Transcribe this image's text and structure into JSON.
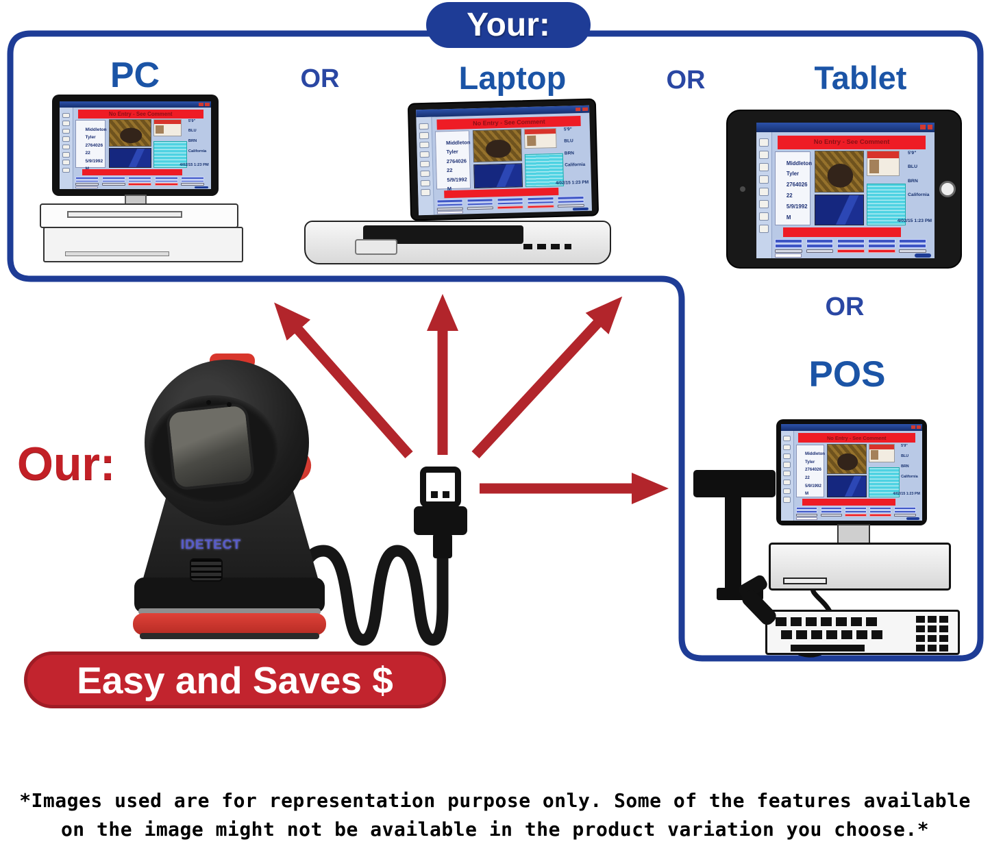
{
  "title_pill": "Your:",
  "labels": {
    "pc": "PC",
    "or_1": "OR",
    "laptop": "Laptop",
    "or_2": "OR",
    "tablet": "Tablet",
    "or_3": "OR",
    "pos": "POS",
    "our": "Our:"
  },
  "scanner": {
    "brand": "IDETECT"
  },
  "easy_pill": "Easy and Saves $",
  "disclaimer": {
    "line1": "*Images used are for representation purpose only. Some of the features available",
    "line2": "on the image might not be available in the product variation you choose.*"
  },
  "screen_ui": {
    "banner": "No Entry - See Comment",
    "fields": [
      "Middleton",
      "Tyler",
      "2764026",
      "22",
      "5/9/1992",
      "M"
    ],
    "right_values": [
      "5'9\"",
      "BLU",
      "BRN",
      "California"
    ],
    "timestamp": "4/02/15 1:23 PM",
    "button_rows": [
      [
        "blue",
        "blue",
        "blue",
        "blue",
        "blue"
      ],
      [
        "blue",
        "blue",
        "blue",
        "blue",
        "blue"
      ],
      [
        "gray",
        "gray",
        "red",
        "red",
        "gray"
      ]
    ]
  },
  "colors": {
    "border_blue": "#1e3c96",
    "label_blue": "#1b54a6",
    "arrow_red": "#b2252b",
    "banner_red": "#ee1c25",
    "pill_red": "#c2242e"
  }
}
